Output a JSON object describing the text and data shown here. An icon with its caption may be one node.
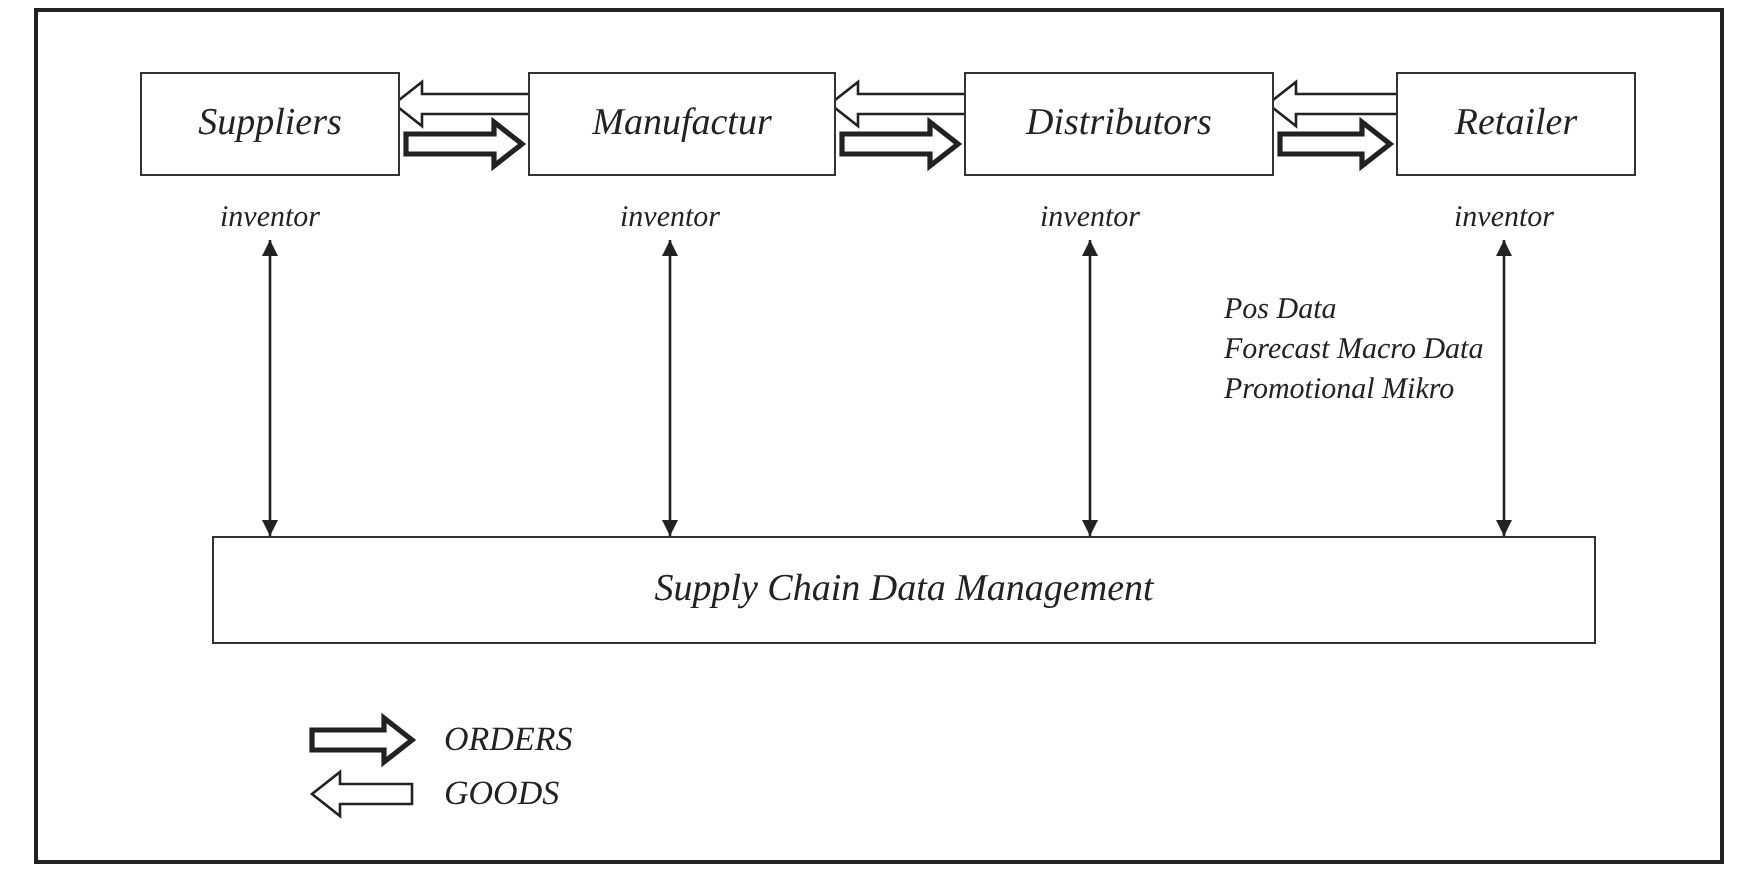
{
  "diagram": {
    "nodes": [
      {
        "text": [
          "Suppliers"
        ]
      },
      {
        "text": [
          "Manufactur"
        ]
      },
      {
        "text": [
          "Distributors"
        ]
      },
      {
        "text": [
          "Retailer"
        ]
      },
      {
        "text": [
          "inventor"
        ]
      },
      {
        "text": [
          "inventor"
        ]
      },
      {
        "text": [
          "inventor"
        ]
      },
      {
        "text": [
          "inventor"
        ]
      },
      {
        "text": [
          "Supply Chain Data Management"
        ]
      }
    ],
    "edges": [
      {
        "from": 1,
        "to": 0,
        "arrow": "to"
      },
      {
        "from": 0,
        "to": 1,
        "arrow": "to",
        "style": "thick"
      },
      {
        "from": 2,
        "to": 1,
        "arrow": "to"
      },
      {
        "from": 1,
        "to": 2,
        "arrow": "to",
        "style": "thick"
      },
      {
        "from": 3,
        "to": 2,
        "arrow": "to"
      },
      {
        "from": 2,
        "to": 3,
        "arrow": "to",
        "style": "thick"
      },
      {
        "from": 4,
        "to": 8,
        "arrow": "both"
      },
      {
        "from": 5,
        "to": 8,
        "arrow": "both"
      },
      {
        "from": 6,
        "to": 8,
        "arrow": "both"
      },
      {
        "from": 7,
        "to": 8,
        "arrow": "both"
      }
    ],
    "labels": [
      "Pos Data",
      "Forecast Macro Data",
      "Promotional Mikro"
    ],
    "legend": [
      {
        "text": "ORDERS"
      },
      {
        "text": "GOODS"
      }
    ]
  }
}
